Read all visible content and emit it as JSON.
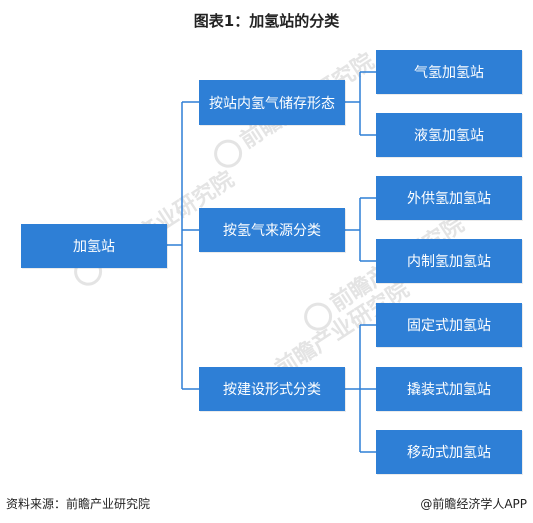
{
  "title": "图表1：加氢站的分类",
  "root": {
    "label": "加氢站"
  },
  "branches": [
    {
      "label": "按站内氢气储存形态",
      "children": [
        "气氢加氢站",
        "液氢加氢站"
      ]
    },
    {
      "label": "按氢气来源分类",
      "children": [
        "外供氢加氢站",
        "内制氢加氢站"
      ]
    },
    {
      "label": "按建设形式分类",
      "children": [
        "固定式加氢站",
        "撬装式加氢站",
        "移动式加氢站"
      ]
    }
  ],
  "watermark": "前瞻产业研究院",
  "footer": {
    "source": "资料来源：前瞻产业研究院",
    "brand": "@前瞻经济学人APP"
  },
  "colors": {
    "node_fill": "#2e7fd6",
    "connector": "#2e7fd6"
  }
}
